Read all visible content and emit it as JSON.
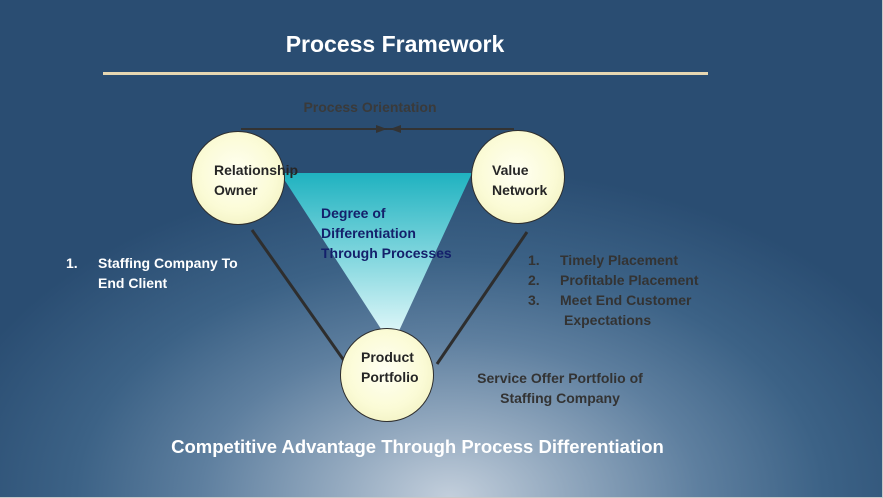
{
  "slide": {
    "title": "Process Framework",
    "orientation_label": "Process Orientation",
    "center_label": [
      "Degree of",
      "Differentiation",
      "Through Processes"
    ],
    "nodes": {
      "relationship_owner": [
        "Relationship",
        "Owner"
      ],
      "value_network": [
        "Value",
        "Network"
      ],
      "product_portfolio": [
        "Product",
        "Portfolio"
      ]
    },
    "left_list": [
      {
        "num": "1.",
        "lines": [
          "Staffing Company  To",
          "End Client"
        ]
      }
    ],
    "right_list": [
      {
        "num": "1.",
        "text": "Timely Placement"
      },
      {
        "num": "2.",
        "text": "Profitable Placement"
      },
      {
        "num": "3.",
        "text": "Meet End Customer"
      },
      {
        "num": "",
        "text": "Expectations"
      }
    ],
    "service_text": [
      "Service Offer  Portfolio of",
      "Staffing Company"
    ],
    "footer": "Competitive Advantage Through Process Differentiation"
  },
  "colors": {
    "title_rule": "#e6d7b2",
    "node_fill": "#fbfbd6",
    "center_text": "#14206b",
    "funnel_top": "#1fb2c0"
  }
}
